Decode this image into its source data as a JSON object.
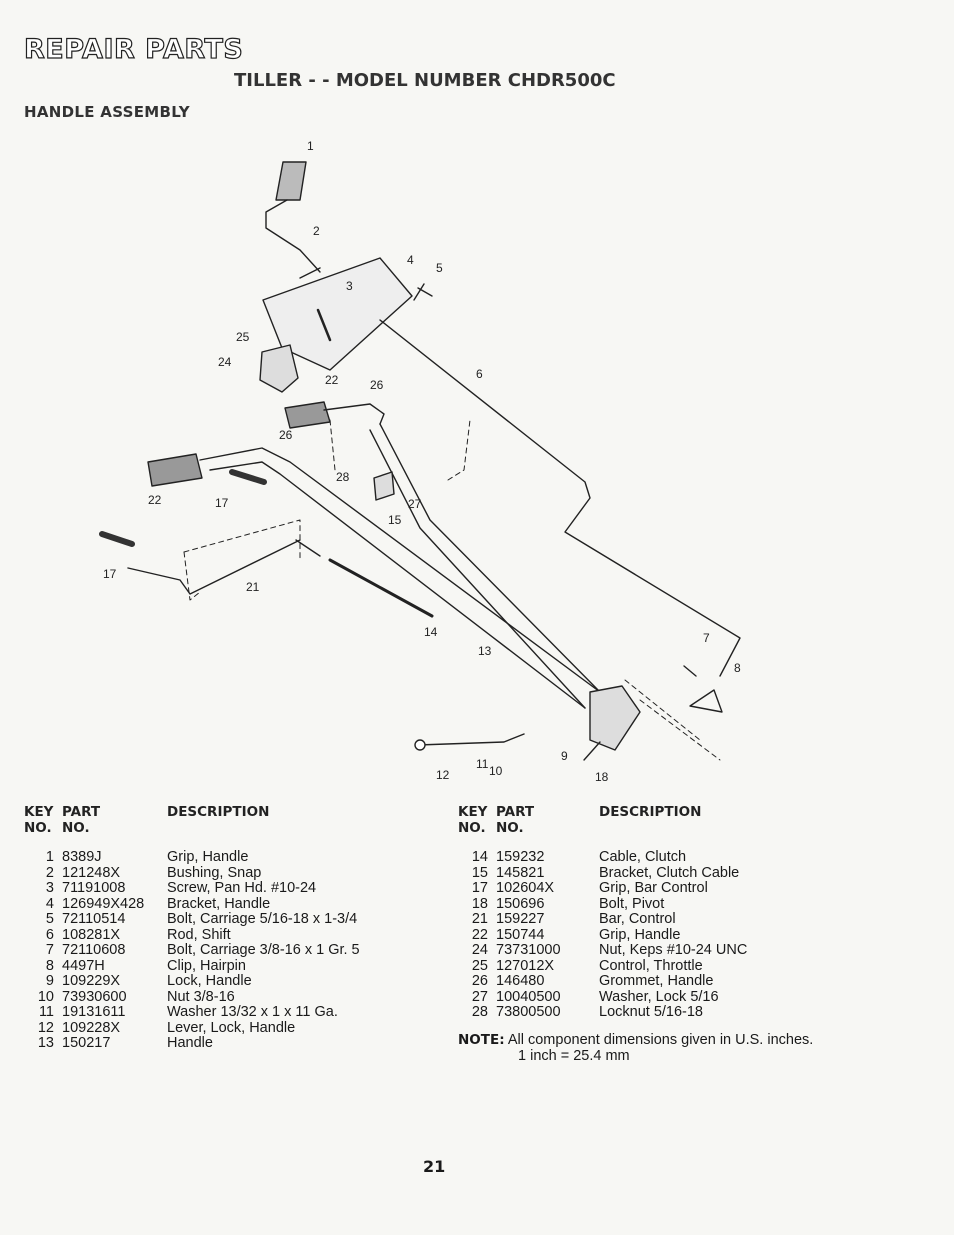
{
  "page": {
    "heading": "REPAIR PARTS",
    "model_title": "TILLER - - MODEL NUMBER CHDR500C",
    "section_title": "HANDLE ASSEMBLY",
    "page_number": "21"
  },
  "diagram": {
    "callouts": [
      "1",
      "2",
      "3",
      "4",
      "5",
      "25",
      "24",
      "22",
      "26",
      "6",
      "26",
      "28",
      "27",
      "15",
      "22",
      "17",
      "17",
      "21",
      "14",
      "13",
      "7",
      "8",
      "9",
      "10",
      "11",
      "12",
      "18"
    ]
  },
  "table_headers": {
    "key_line1": "KEY",
    "key_line2": "NO.",
    "part_line1": "PART",
    "part_line2": "NO.",
    "description": "DESCRIPTION"
  },
  "parts_left": [
    {
      "key": "1",
      "part": "8389J",
      "description": "Grip, Handle"
    },
    {
      "key": "2",
      "part": "121248X",
      "description": "Bushing, Snap"
    },
    {
      "key": "3",
      "part": "71191008",
      "description": "Screw, Pan Hd. #10-24"
    },
    {
      "key": "4",
      "part": "126949X428",
      "description": "Bracket, Handle"
    },
    {
      "key": "5",
      "part": "72110514",
      "description": "Bolt, Carriage 5/16-18 x 1-3/4"
    },
    {
      "key": "6",
      "part": "108281X",
      "description": "Rod, Shift"
    },
    {
      "key": "7",
      "part": "72110608",
      "description": "Bolt, Carriage 3/8-16 x 1 Gr. 5"
    },
    {
      "key": "8",
      "part": "4497H",
      "description": "Clip, Hairpin"
    },
    {
      "key": "9",
      "part": "109229X",
      "description": "Lock, Handle"
    },
    {
      "key": "10",
      "part": "73930600",
      "description": "Nut 3/8-16"
    },
    {
      "key": "11",
      "part": "19131611",
      "description": "Washer 13/32 x 1 x 11 Ga."
    },
    {
      "key": "12",
      "part": "109228X",
      "description": "Lever, Lock, Handle"
    },
    {
      "key": "13",
      "part": "150217",
      "description": "Handle"
    }
  ],
  "parts_right": [
    {
      "key": "14",
      "part": "159232",
      "description": "Cable, Clutch"
    },
    {
      "key": "15",
      "part": "145821",
      "description": "Bracket, Clutch Cable"
    },
    {
      "key": "17",
      "part": "102604X",
      "description": "Grip, Bar Control"
    },
    {
      "key": "18",
      "part": "150696",
      "description": "Bolt, Pivot"
    },
    {
      "key": "21",
      "part": "159227",
      "description": "Bar, Control"
    },
    {
      "key": "22",
      "part": "150744",
      "description": "Grip, Handle"
    },
    {
      "key": "24",
      "part": "73731000",
      "description": "Nut, Keps #10-24 UNC"
    },
    {
      "key": "25",
      "part": "127012X",
      "description": "Control, Throttle"
    },
    {
      "key": "26",
      "part": "146480",
      "description": "Grommet, Handle"
    },
    {
      "key": "27",
      "part": "10040500",
      "description": "Washer, Lock 5/16"
    },
    {
      "key": "28",
      "part": "73800500",
      "description": "Locknut 5/16-18"
    }
  ],
  "note": {
    "label": "NOTE:",
    "line1": "All component dimensions given in U.S. inches.",
    "line2": "1 inch = 25.4 mm"
  }
}
